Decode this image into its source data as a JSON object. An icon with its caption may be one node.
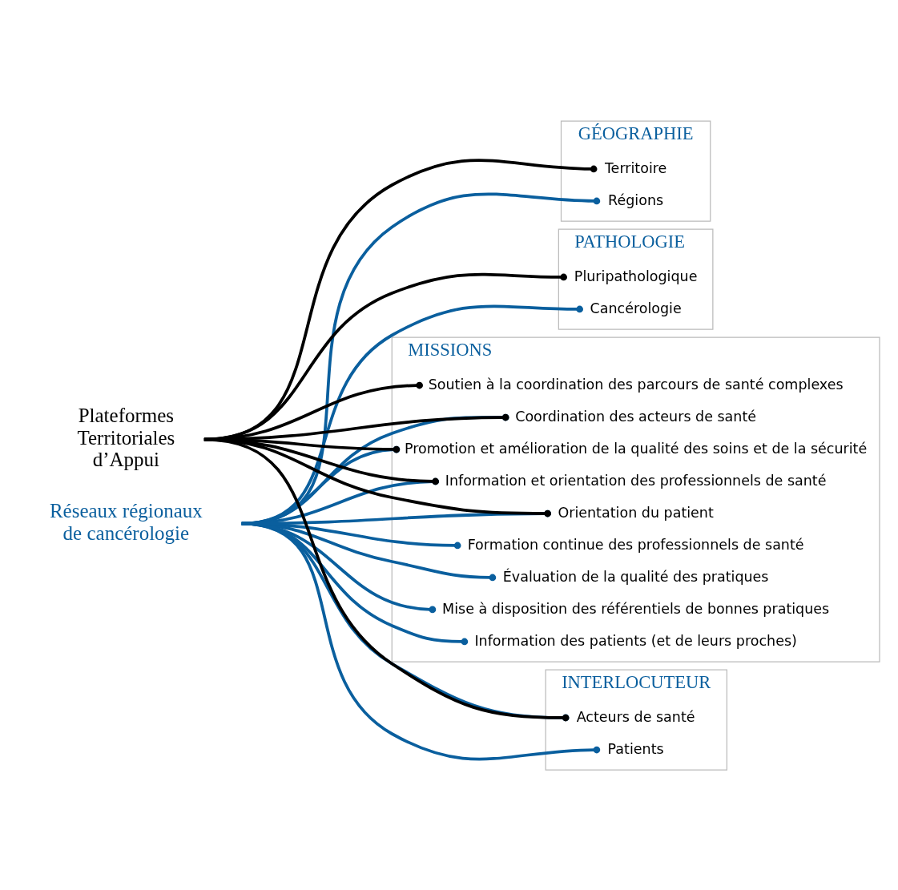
{
  "diagram": {
    "nodes": [
      {
        "text": [
          "Réseaux régionaux de cancérologie"
        ]
      },
      {
        "text": [
          "Plateformes Territoriales d’Appui"
        ]
      },
      {
        "text": [
          "GÉOGRAPHIE"
        ]
      },
      {
        "text": [
          "Régions"
        ],
        "in": 2
      },
      {
        "text": [
          "Territoire"
        ],
        "in": 2
      },
      {
        "text": [
          "INTERLOCUTEUR"
        ]
      },
      {
        "text": [
          "Acteurs de santé"
        ],
        "in": 5
      },
      {
        "text": [
          "Patients"
        ],
        "in": 5
      },
      {
        "text": [
          "PATHOLOGIE"
        ]
      },
      {
        "text": [
          "Cancérologie"
        ],
        "in": 8
      },
      {
        "text": [
          "Pluripathologique"
        ],
        "in": 8
      },
      {
        "text": [
          "MISSIONS"
        ]
      },
      {
        "text": [
          "Coordination des acteurs de santé"
        ],
        "in": 11
      },
      {
        "text": [
          "Promotion et amélioration de la qualité des soins et de la sécurité"
        ],
        "in": 11
      },
      {
        "text": [
          "Information et orientation des professionnels de santé"
        ],
        "in": 11
      },
      {
        "text": [
          "Information des patients (et de leurs proches)"
        ],
        "in": 11
      },
      {
        "text": [
          "Formation continue des professionnels de santé"
        ],
        "in": 11
      },
      {
        "text": [
          "Évaluation de la qualité des pratiques"
        ],
        "in": 11
      },
      {
        "text": [
          "Mise à disposition des référentiels de bonnes pratiques"
        ],
        "in": 11
      },
      {
        "text": [
          "Soutien à la coordination des parcours de santé complexes"
        ],
        "in": 11
      },
      {
        "text": [
          "Orientation du patient"
        ],
        "in": 11
      }
    ],
    "edges": [
      {
        "from": 0,
        "to": 3,
        "arrow": "other"
      },
      {
        "from": 1,
        "to": 4,
        "arrow": "other",
        "color": "#000000"
      },
      {
        "from": 0,
        "to": 6,
        "arrow": "other"
      },
      {
        "from": 1,
        "to": 6,
        "arrow": "other",
        "color": "#000000"
      },
      {
        "from": 0,
        "to": 7,
        "arrow": "other"
      },
      {
        "from": 0,
        "to": 9,
        "arrow": "other"
      },
      {
        "from": 1,
        "to": 10,
        "arrow": "other",
        "color": "#000000"
      },
      {
        "from": 0,
        "to": 12,
        "arrow": "other"
      },
      {
        "from": 1,
        "to": 12,
        "arrow": "other",
        "color": "#000000"
      },
      {
        "from": 0,
        "to": 13,
        "arrow": "other"
      },
      {
        "from": 1,
        "to": 13,
        "arrow": "other",
        "color": "#000000"
      },
      {
        "from": 0,
        "to": 14,
        "arrow": "other"
      },
      {
        "from": 1,
        "to": 14,
        "arrow": "other",
        "color": "#000000"
      },
      {
        "from": 0,
        "to": 15,
        "arrow": "other"
      },
      {
        "from": 0,
        "to": 16,
        "arrow": "other"
      },
      {
        "from": 0,
        "to": 17,
        "arrow": "other"
      },
      {
        "from": 0,
        "to": 18,
        "arrow": "other"
      },
      {
        "from": 1,
        "to": 19,
        "arrow": "other",
        "color": "#000000"
      },
      {
        "from": 0,
        "to": 20,
        "arrow": "other"
      },
      {
        "from": 1,
        "to": 20,
        "arrow": "other",
        "color": "#000000"
      }
    ]
  }
}
